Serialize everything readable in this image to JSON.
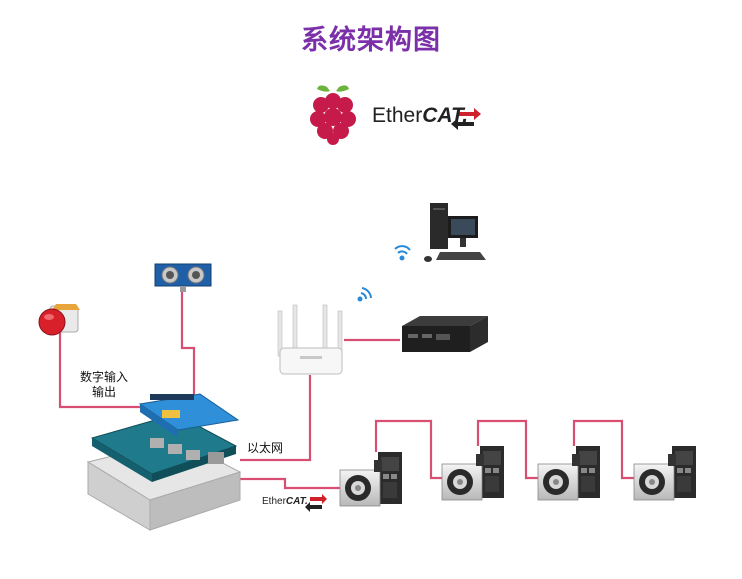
{
  "title": "系统架构图",
  "logo": {
    "ethercat_prefix": "Ether",
    "ethercat_suffix": "CAT."
  },
  "labels": {
    "digital_io": "数字输入输出",
    "ethernet": "以太网"
  },
  "ethercat_link": {
    "prefix": "Ether",
    "suffix": "CAT."
  },
  "colors": {
    "title": "#7b2fa8",
    "wire": "#d94f73",
    "raspberry": "#c51a4a",
    "wifi": "#2a8ad8",
    "ethercat_arrow": "#d0202c"
  },
  "nodes": [
    "raspberry-pi-controller",
    "io-expansion-board",
    "ultrasonic-sensor",
    "emergency-stop-button",
    "wifi-router",
    "pc-workstation",
    "industrial-box-pc",
    "servo-drive-1",
    "servo-drive-2",
    "servo-drive-3",
    "servo-drive-4"
  ]
}
